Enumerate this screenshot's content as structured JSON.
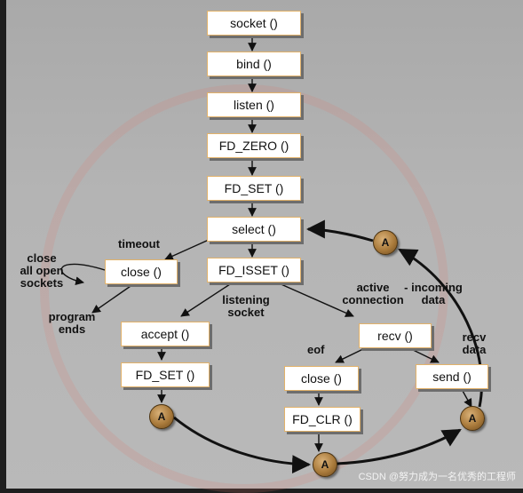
{
  "boxes": {
    "socket": "socket ()",
    "bind": "bind ()",
    "listen": "listen ()",
    "fd_zero": "FD_ZERO ()",
    "fd_set_top": "FD_SET ()",
    "select": "select ()",
    "close_timeout": "close ()",
    "fd_isset": "FD_ISSET ()",
    "accept": "accept ()",
    "fd_set_accept": "FD_SET ()",
    "recv": "recv ()",
    "close_eof": "close ()",
    "fd_clr": "FD_CLR ()",
    "send": "send ()"
  },
  "labels": {
    "timeout": "timeout",
    "close_all_open_sockets": "close\nall open\nsockets",
    "program_ends": "program\nends",
    "listening_socket": "listening\nsocket",
    "active_connection": "active\nconnection",
    "incoming_data": "- incoming\ndata",
    "eof": "eof",
    "recv_data": "recv\ndata"
  },
  "connectors": {
    "left": "A",
    "bottom": "A",
    "right": "A",
    "top": "A"
  },
  "credit": "CSDN @努力成为一名优秀的工程师"
}
